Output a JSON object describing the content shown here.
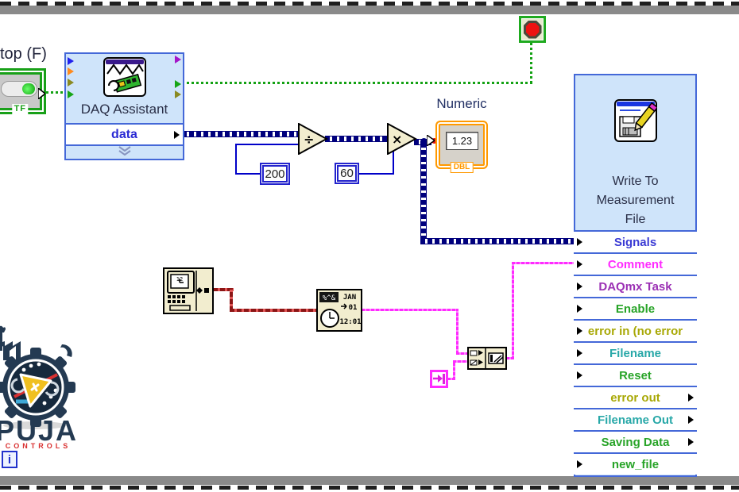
{
  "loop": {
    "iteration_terminal": "i"
  },
  "stop_control": {
    "label": "top (F)",
    "boolean_text": "TF"
  },
  "daq_assistant": {
    "title": "DAQ Assistant",
    "output_row": "data",
    "left_terminal_colors": [
      "#2222ee",
      "#ff8a1e",
      "#8a8a22",
      "#16a516"
    ],
    "right_terminal_colors": [
      "#a516c8",
      "#16a516",
      "#8a8a22"
    ]
  },
  "math": {
    "divide_symbol": "÷",
    "multiply_symbol": "×",
    "divisor_constant": "200",
    "multiplier_constant": "60"
  },
  "numeric_indicator": {
    "label": "Numeric",
    "value": "1.23",
    "type": "DBL"
  },
  "date_time_format_node": {
    "format_glyph": "%^&",
    "month": "JAN",
    "day": "01",
    "time": "12:01"
  },
  "write_vi": {
    "title": "Write To\nMeasurement\nFile",
    "terminals": [
      {
        "label": "Signals",
        "color": "#3a3ad4",
        "arrow": "left"
      },
      {
        "label": "Comment",
        "color": "#ff2bff",
        "arrow": "left"
      },
      {
        "label": "DAQmx Task",
        "color": "#9b30b4",
        "arrow": "left"
      },
      {
        "label": "Enable",
        "color": "#28a428",
        "arrow": "left"
      },
      {
        "label": "error in (no error",
        "color": "#a8a805",
        "arrow": "left"
      },
      {
        "label": "Filename",
        "color": "#28a8a8",
        "arrow": "left"
      },
      {
        "label": "Reset",
        "color": "#28a428",
        "arrow": "left"
      },
      {
        "label": "error out",
        "color": "#a8a805",
        "arrow": "right"
      },
      {
        "label": "Filename Out",
        "color": "#28a8a8",
        "arrow": "right"
      },
      {
        "label": "Saving Data",
        "color": "#28a428",
        "arrow": "right"
      },
      {
        "label": "new_file",
        "color": "#28a428",
        "arrow": "left"
      }
    ]
  },
  "logo": {
    "brand": "PUJA",
    "tagline": "CONTROLS"
  },
  "icons": {
    "stop_icon": "red-octagon-stop",
    "daq_icon": "daq-card-waveform",
    "write_icon": "floppy-disk-pencil",
    "date_time_icon": "computer-clock",
    "format_icon": "format-date-time-clock",
    "concat_icon": "string-merge",
    "tab_icon": "tab-constant-arrow",
    "chevron_icon": "double-chevron-down"
  },
  "colors": {
    "dynamic_wire": "#00007d",
    "boolean_wire": "#13a113",
    "string_wire": "#ff2bff",
    "timestamp_wire": "#8c1515",
    "scalar_wire": "#0000c8",
    "vi_fill": "#cfe4fa",
    "vi_border": "#4468d8",
    "loop_border": "#8a8a8a",
    "indicator_border": "#ff9900"
  }
}
